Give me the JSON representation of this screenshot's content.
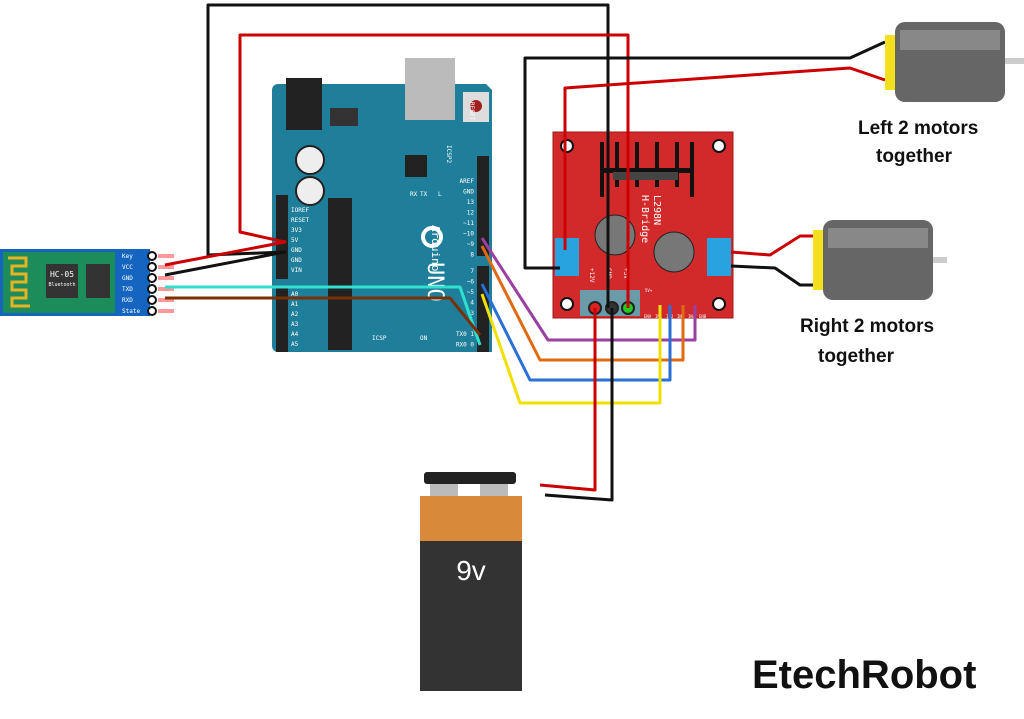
{
  "hc05": {
    "name": "HC-05",
    "sub": "Bluetooth",
    "pins": [
      "Key",
      "VCC",
      "GND",
      "TXD",
      "RXD",
      "State"
    ]
  },
  "arduino": {
    "brand": "Arduino",
    "model": "UNO",
    "reset": "RESET",
    "icsp": "ICSP",
    "icsp2": "ICSP2",
    "on": "ON",
    "tx": "TX",
    "rx": "RX",
    "l": "L",
    "power_pins": [
      "IOREF",
      "RESET",
      "3V3",
      "5V",
      "GND",
      "GND",
      "VIN"
    ],
    "analog_pins": [
      "A0",
      "A1",
      "A2",
      "A3",
      "A4",
      "A5"
    ],
    "digital_top": [
      "AREF",
      "GND",
      "13",
      "12",
      "~11",
      "~10",
      "~9",
      "8"
    ],
    "digital_bottom": [
      "7",
      "~6",
      "~5",
      "4",
      "~3",
      "2",
      "TX0 1",
      "RX0 0"
    ]
  },
  "l298n": {
    "title": "L298N",
    "sub": "H-Bridge",
    "terms": [
      "+12V",
      "GND",
      "+5V"
    ],
    "ctrl": [
      "ENA",
      "IN1",
      "IN2",
      "IN3",
      "IN4",
      "ENB"
    ],
    "jumper": "5V+"
  },
  "battery": {
    "label": "9v"
  },
  "labels": {
    "left_motors": [
      "Left 2 motors",
      "together"
    ],
    "right_motors": [
      "Right 2 motors",
      "together"
    ],
    "brand": "EtechRobot"
  },
  "colors": {
    "arduino": "#1f7f9a",
    "l298n": "#d22a2a",
    "hc05_board": "#1b8c5a",
    "hc05_edge": "#1565c0"
  }
}
